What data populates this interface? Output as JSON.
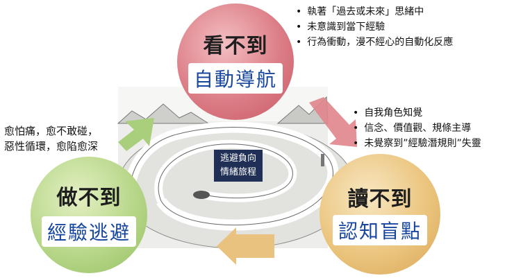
{
  "top": {
    "title": "看不到",
    "label": "自動導航"
  },
  "left": {
    "title": "做不到",
    "label": "經驗逃避"
  },
  "right": {
    "title": "讀不到",
    "label": "認知盲點"
  },
  "top_right_bullets": [
    "執著「過去或未來」思緒中",
    "未意識到當下經驗",
    "行為衝動，漫不經心的自動化反應"
  ],
  "right_bullets": [
    "自我角色知覺",
    "信念、價值觀、規條主導",
    "未覺察到”經驗潛規則”失靈"
  ],
  "left_text": [
    "愈怕痛，愈不敢碰，",
    "惡性循環，愈陷愈深"
  ],
  "center_label": [
    "逃避負向",
    "情緒旅程"
  ],
  "colors": {
    "top_circle": "#dc7d86",
    "left_circle": "#b8d78a",
    "right_circle": "#ebc57f",
    "label_text": "#17469e",
    "center_box": "#1f2f55"
  }
}
